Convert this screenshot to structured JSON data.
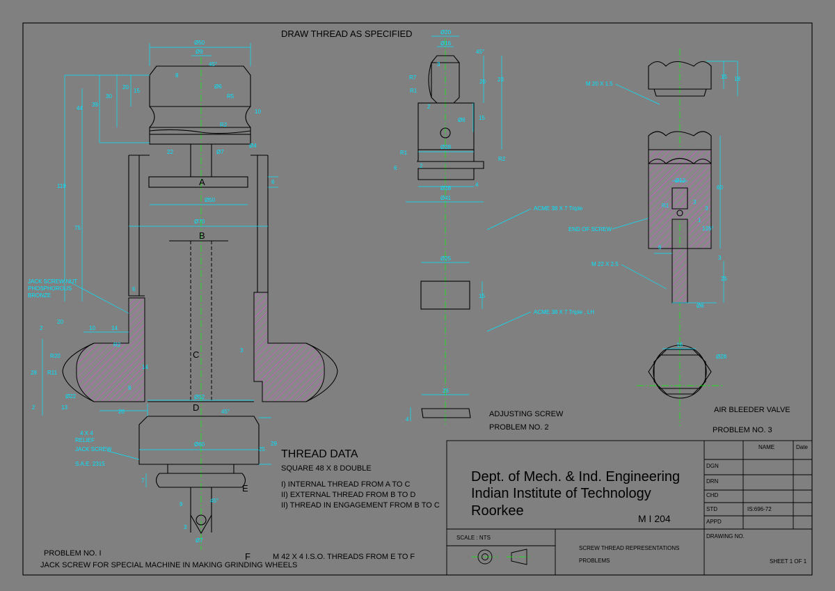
{
  "colors": {
    "background": "#808080",
    "line": "#000000",
    "dimension": "#00e5ff",
    "centerline": "#00ff00",
    "hatch": "#e040e0"
  },
  "top_note": "DRAW THREAD AS SPECIFIED",
  "problem1": {
    "sections": [
      "A",
      "B",
      "C",
      "D",
      "E",
      "F"
    ],
    "dims": {
      "d50": "Ø50",
      "d9": "Ø9",
      "d6": "Ø6",
      "r5": "R5",
      "r2a": "R2",
      "d4": "Ø4",
      "d7": "Ø7",
      "d50b": "Ø50",
      "d70": "Ø70",
      "d52": "Ø52",
      "d60": "Ø60",
      "d7b": "Ø7",
      "d22": "Ø22",
      "a45a": "45°",
      "a45b": "45°",
      "a45c": "45°",
      "n8": "8",
      "n20": "20",
      "n15": "15",
      "n30": "30",
      "n39": "39",
      "n44": "44",
      "n119": "119",
      "n75": "75",
      "n10a": "10",
      "n22": "22",
      "n6a": "6",
      "n6b": "6",
      "n2a": "2",
      "n20b": "20",
      "n10b": "10",
      "n14a": "14",
      "r2b": "R2",
      "n3": "3",
      "n28": "28",
      "r20": "R20",
      "r11": "R11",
      "n14b": "14",
      "n8b": "8",
      "n2b": "2",
      "n13": "13",
      "n20c": "20",
      "n25": "25",
      "n29": "29",
      "n7": "7",
      "n9": "9",
      "n3b": "3"
    },
    "labels": {
      "nut": [
        "JACK SCREW NUT",
        "PHOSPHOROUS",
        "BRONZE"
      ],
      "relief": [
        "4 X 4",
        "RELIEF"
      ],
      "screw": [
        "JACK SCREW",
        "S.A.E. 2315"
      ]
    },
    "thread_title": "THREAD DATA",
    "thread_lines": [
      "SQUARE 48 X 8 DOUBLE",
      "I) INTERNAL THREAD FROM A TO C",
      "II) EXTERNAL THREAD FROM B TO D",
      "II) THREAD IN ENGAGEMENT FROM B TO C"
    ],
    "iso_note": "M 42 X 4 I.S.O. THREADS FROM E TO F",
    "title": "PROBLEM NO. I",
    "subtitle": "JACK SCREW FOR SPECIAL MACHINE IN MAKING GRINDING WHEELS"
  },
  "problem2": {
    "dims": {
      "d20": "Ø20",
      "d16": "Ø16",
      "a45": "45°",
      "n3": "3",
      "r7": "R7",
      "r1": "R1",
      "n2": "2",
      "d6": "Ø6",
      "n20": "20",
      "n23": "23",
      "n15": "15",
      "d28": "Ø28",
      "r1b": "R1",
      "r2": "R2",
      "n6": "6",
      "n2b": "2",
      "d28b": "Ø28",
      "n4": "4",
      "d41": "Ø41",
      "d25": "Ø25",
      "n15b": "15",
      "n25": "25",
      "n4b": "4"
    },
    "callouts": [
      "ACME  38 X 7 Triple",
      "END OF SCREW",
      "ACME  38 X 7 Triple , LH"
    ],
    "title": "ADJUSTING SCREW",
    "problem": "PROBLEM NO. 2"
  },
  "problem3": {
    "dims": {
      "n15": "15",
      "n18": "18",
      "d12": "Ø12",
      "r1": "R1",
      "n3a": "3",
      "n3b": "3",
      "n1": "1",
      "a126": "126°",
      "n6": "6",
      "n60": "60",
      "n3c": "3",
      "n25": "25",
      "d6": "Ø6",
      "n16": "16",
      "d28": "Ø28"
    },
    "callouts": [
      "M 20 X 1.5",
      "M 22 X 2.5"
    ],
    "title": "AIR BLEEDER VALVE",
    "problem": "PROBLEM NO. 3"
  },
  "title_block": {
    "dept": [
      "Dept. of Mech. & Ind. Engineering",
      "Indian Institute of Technology",
      "Roorkee"
    ],
    "course": "M I 204",
    "scale": "SCALE : NTS",
    "drawing_title": [
      "SCREW THREAD REPRESENTATIONS",
      "PROBLEMS"
    ],
    "headers": [
      "NAME",
      "Date"
    ],
    "rows": [
      "DGN",
      "DRN",
      "CHD",
      "STD",
      "APPD"
    ],
    "std_value": "IS:696-72",
    "drawing_no": "DRAWING NO.",
    "sheet": "SHEET 1 OF 1"
  }
}
